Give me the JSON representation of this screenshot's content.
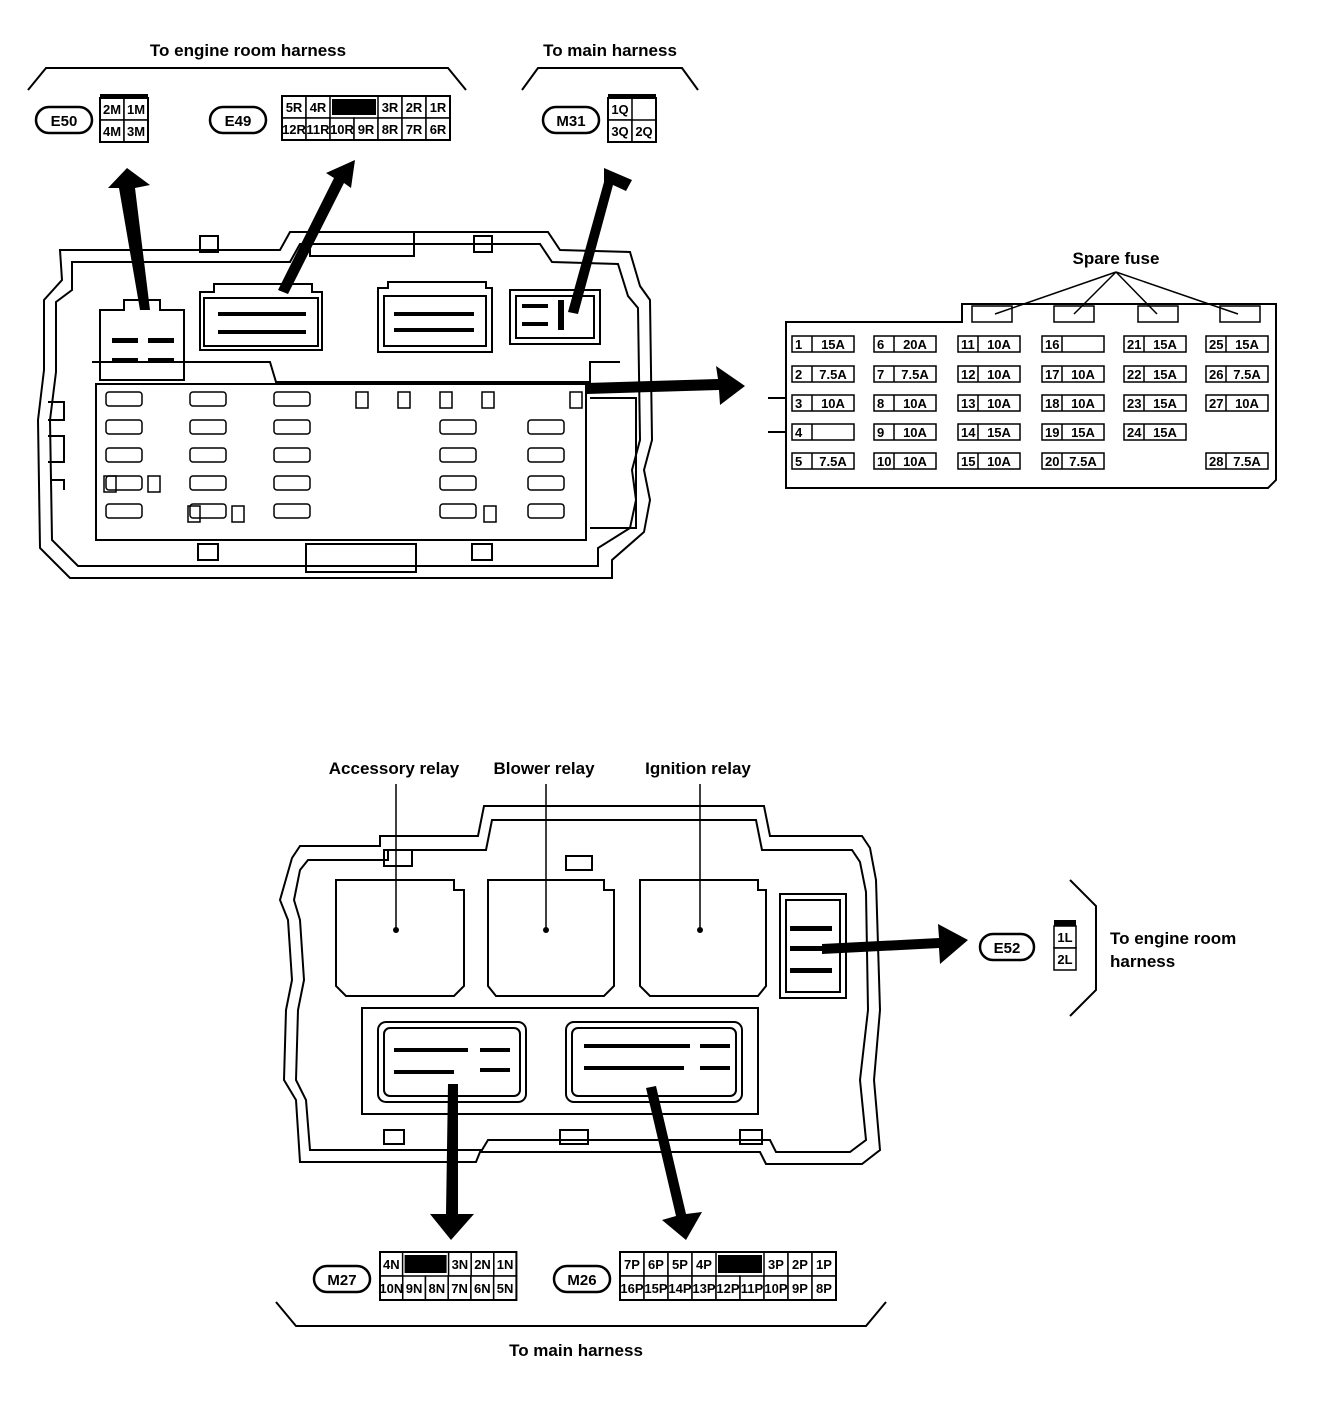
{
  "labels": {
    "top_engine_harness": "To engine room harness",
    "top_main_harness": "To main harness",
    "spare_fuse": "Spare fuse",
    "accessory_relay": "Accessory relay",
    "blower_relay": "Blower relay",
    "ignition_relay": "Ignition relay",
    "e52_harness_line1": "To engine room",
    "e52_harness_line2": "harness",
    "bottom_main_harness": "To main harness"
  },
  "connectors": {
    "E50": {
      "id": "E50",
      "top": [
        "2M",
        "1M"
      ],
      "bottom": [
        "4M",
        "3M"
      ]
    },
    "E49": {
      "id": "E49",
      "top": [
        "5R",
        "4R",
        "",
        "3R",
        "2R",
        "1R"
      ],
      "bottom": [
        "12R",
        "11R",
        "10R",
        "9R",
        "8R",
        "7R",
        "6R"
      ]
    },
    "M31": {
      "id": "M31",
      "top": [
        "1Q"
      ],
      "bottom": [
        "3Q",
        "2Q"
      ]
    },
    "E52": {
      "id": "E52",
      "pins": [
        "1L",
        "2L"
      ]
    },
    "M27": {
      "id": "M27",
      "top": [
        "4N",
        "",
        "3N",
        "2N",
        "1N"
      ],
      "bottom": [
        "10N",
        "9N",
        "8N",
        "7N",
        "6N",
        "5N"
      ]
    },
    "M26": {
      "id": "M26",
      "top": [
        "7P",
        "6P",
        "5P",
        "4P",
        "",
        "3P",
        "2P",
        "1P"
      ],
      "bottom": [
        "16P",
        "15P",
        "14P",
        "13P",
        "12P",
        "11P",
        "10P",
        "9P",
        "8P"
      ]
    }
  },
  "fuses": [
    {
      "n": "1",
      "a": "15A"
    },
    {
      "n": "2",
      "a": "7.5A"
    },
    {
      "n": "3",
      "a": "10A"
    },
    {
      "n": "4",
      "a": ""
    },
    {
      "n": "5",
      "a": "7.5A"
    },
    {
      "n": "6",
      "a": "20A"
    },
    {
      "n": "7",
      "a": "7.5A"
    },
    {
      "n": "8",
      "a": "10A"
    },
    {
      "n": "9",
      "a": "10A"
    },
    {
      "n": "10",
      "a": "10A"
    },
    {
      "n": "11",
      "a": "10A"
    },
    {
      "n": "12",
      "a": "10A"
    },
    {
      "n": "13",
      "a": "10A"
    },
    {
      "n": "14",
      "a": "15A"
    },
    {
      "n": "15",
      "a": "10A"
    },
    {
      "n": "16",
      "a": ""
    },
    {
      "n": "17",
      "a": "10A"
    },
    {
      "n": "18",
      "a": "10A"
    },
    {
      "n": "19",
      "a": "15A"
    },
    {
      "n": "20",
      "a": "7.5A"
    },
    {
      "n": "21",
      "a": "15A"
    },
    {
      "n": "22",
      "a": "15A"
    },
    {
      "n": "23",
      "a": "15A"
    },
    {
      "n": "24",
      "a": "15A"
    },
    {
      "n": "25",
      "a": "15A"
    },
    {
      "n": "26",
      "a": "7.5A"
    },
    {
      "n": "27",
      "a": "10A"
    },
    {
      "n": "28",
      "a": "7.5A"
    }
  ]
}
